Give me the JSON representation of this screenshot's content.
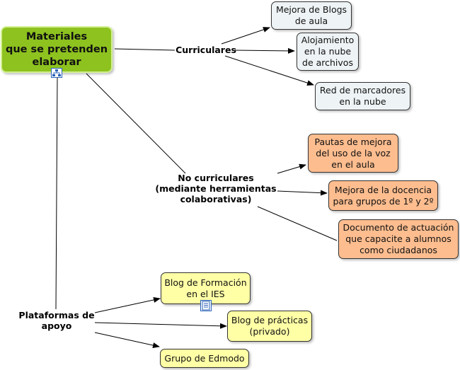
{
  "root": {
    "label": "Materiales\nque se pretenden\nelaborar",
    "color": "#8dc21f"
  },
  "branches": {
    "curriculares": {
      "label": "Curriculares",
      "nodes": [
        "Mejora de Blogs\nde aula",
        "Alojamiento\nen la nube\nde archivos",
        "Red de marcadores\nen la nube"
      ]
    },
    "no_curriculares": {
      "label": "No curriculares\n(mediante herramientas\ncolaborativas)",
      "nodes": [
        "Pautas de mejora\ndel uso de la voz\nen el aula",
        "Mejora de la docencia\npara grupos de 1º y 2º",
        "Documento de actuación\nque capacite a alumnos\ncomo ciudadanos"
      ]
    },
    "plataformas": {
      "label": "Plataformas de\napoyo",
      "nodes": [
        "Blog de Formación\nen el IES",
        "Blog de prácticas\n(privado)",
        "Grupo de Edmodo"
      ]
    }
  },
  "colors": {
    "grey_node": "#eef3f5",
    "orange_node": "#fdbd8f",
    "yellow_node": "#ffffa6",
    "link": "#000000"
  },
  "icons": [
    "map-link-icon",
    "document-icon"
  ]
}
